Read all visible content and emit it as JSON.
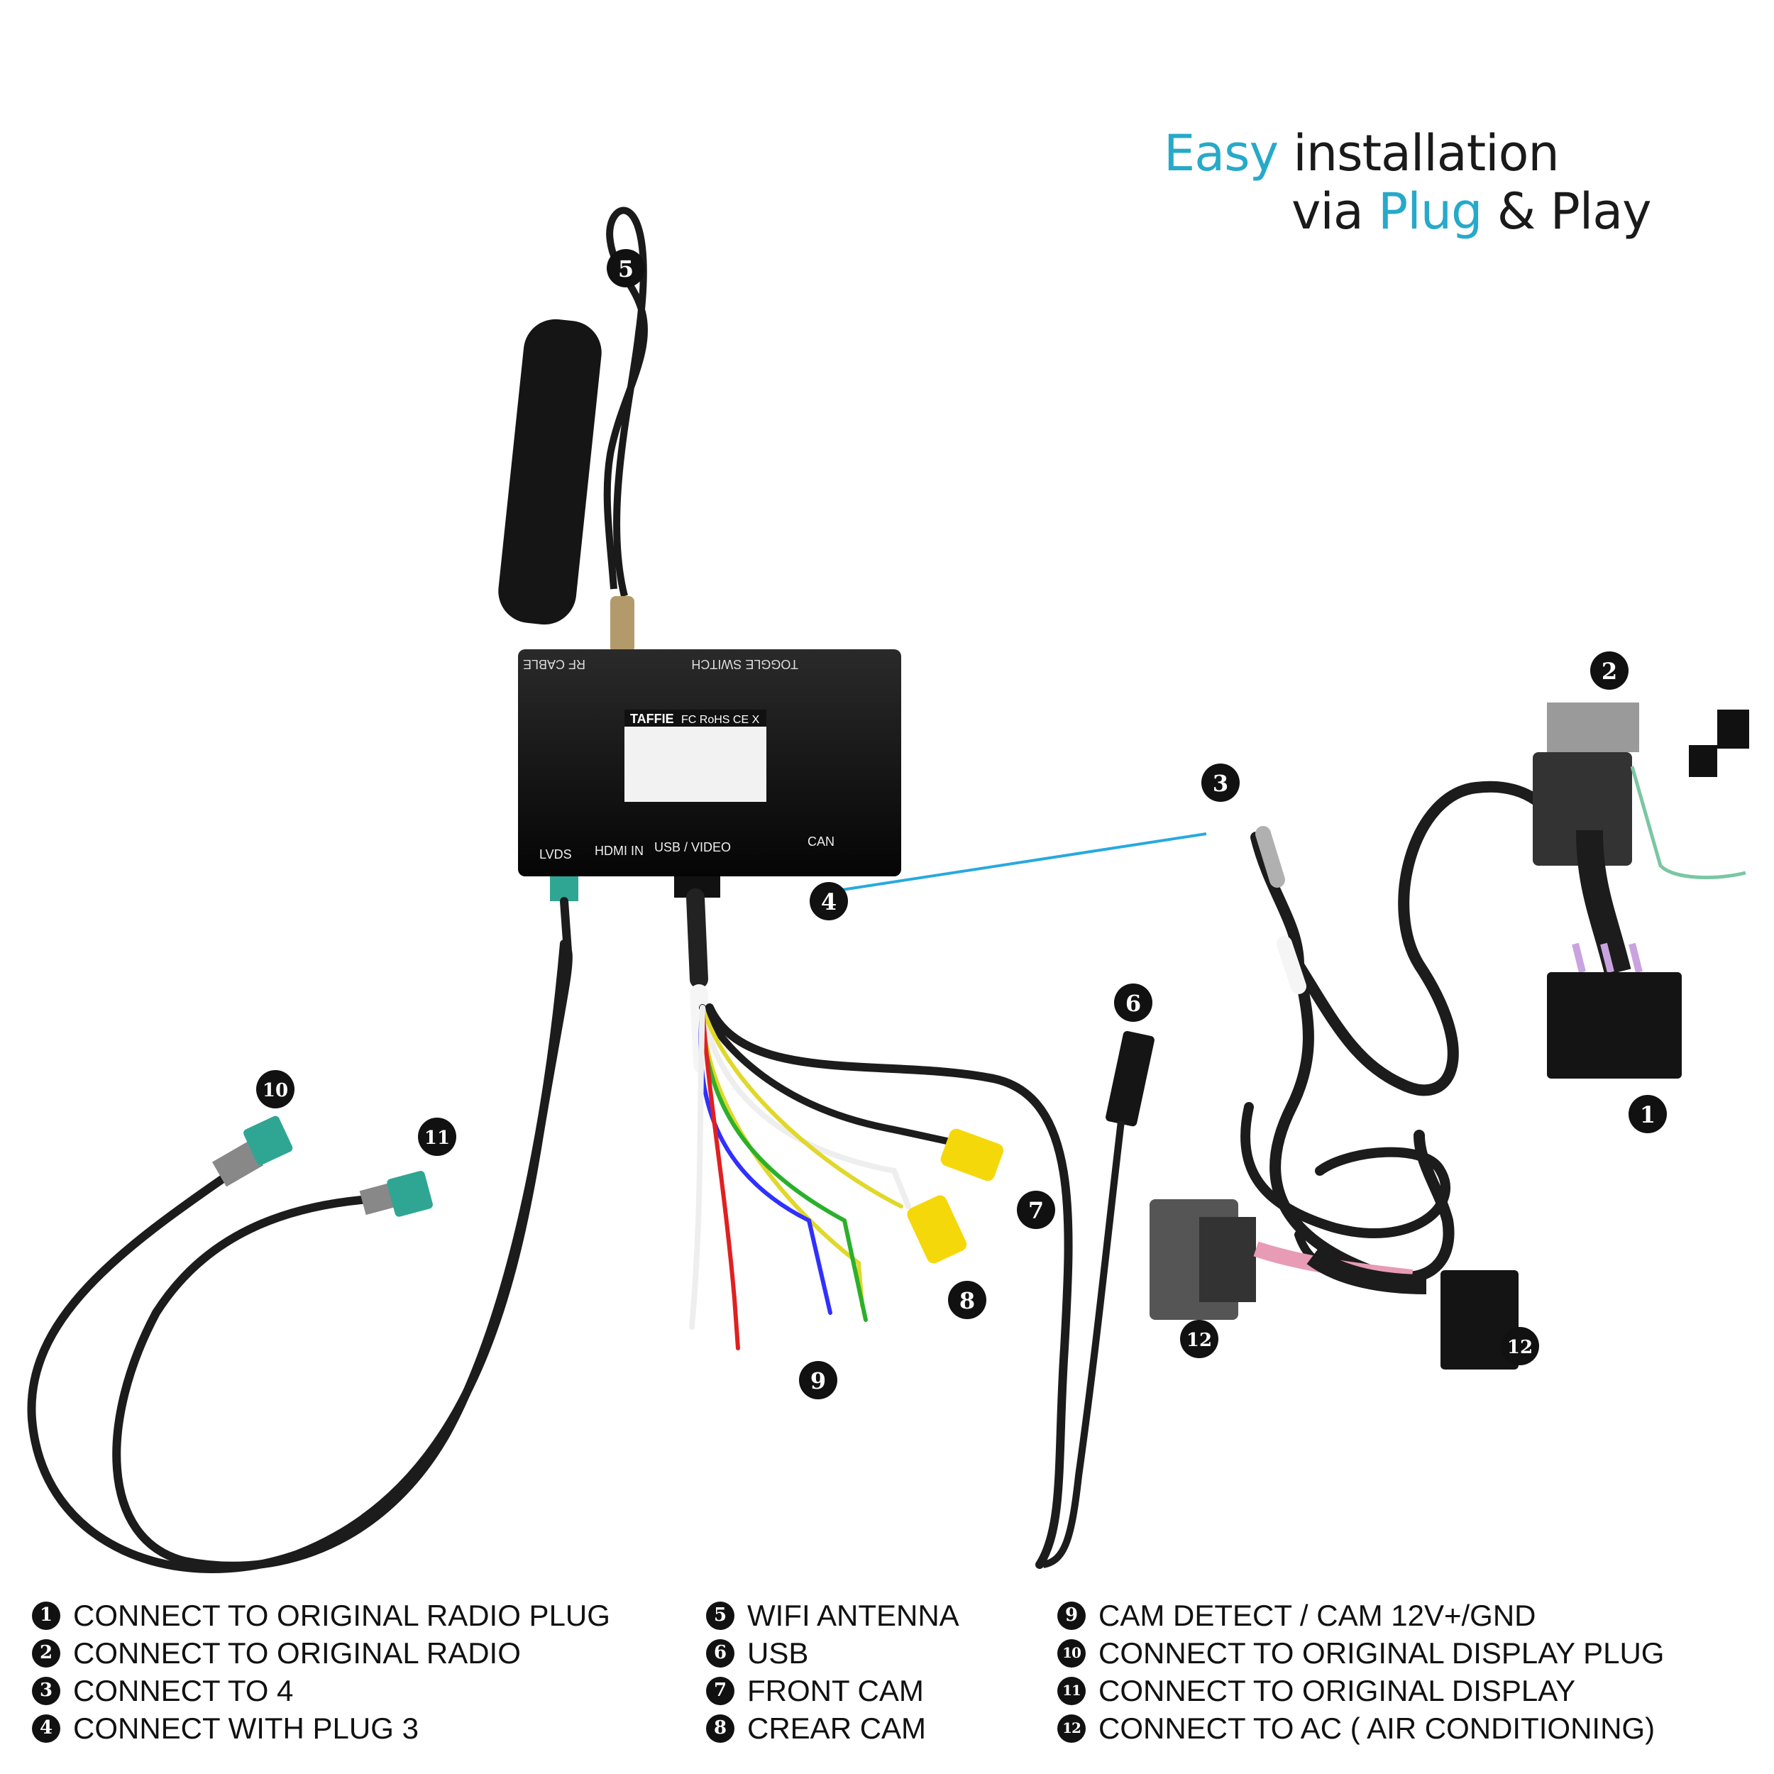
{
  "title": {
    "word1": "Easy",
    "word2": " installation",
    "word3": "via ",
    "word4": "Plug",
    "word5": " & Play",
    "accent_color": "#27a9c9"
  },
  "box": {
    "label_rf_cable": "RF CABLE",
    "label_toggle": "TOGGLE SWITCH",
    "label_lvds": "LVDS",
    "label_hdmi": "HDMI IN",
    "label_usb_video": "USB / VIDEO",
    "label_can": "CAN",
    "sticker_brand": "TAFFIE",
    "sticker_marks": "FC RoHS CE X"
  },
  "callouts": [
    "5",
    "2",
    "3",
    "4",
    "6",
    "1",
    "7",
    "8",
    "9",
    "10",
    "11",
    "12",
    "12"
  ],
  "legend": {
    "col1": [
      {
        "n": "1",
        "text": "CONNECT TO ORIGINAL RADIO PLUG"
      },
      {
        "n": "2",
        "text": "CONNECT TO ORIGINAL RADIO"
      },
      {
        "n": "3",
        "text": "CONNECT TO 4"
      },
      {
        "n": "4",
        "text": "CONNECT WITH PLUG 3"
      }
    ],
    "col2": [
      {
        "n": "5",
        "text": "WIFI ANTENNA"
      },
      {
        "n": "6",
        "text": "USB"
      },
      {
        "n": "7",
        "text": "FRONT CAM"
      },
      {
        "n": "8",
        "text": "CREAR CAM"
      }
    ],
    "col3": [
      {
        "n": "9",
        "text": "CAM DETECT / CAM 12V+/GND"
      },
      {
        "n": "10",
        "text": "CONNECT TO ORIGINAL DISPLAY PLUG"
      },
      {
        "n": "11",
        "text": "CONNECT TO ORIGINAL DISPLAY"
      },
      {
        "n": "12",
        "text": "CONNECT TO AC ( AIR CONDITIONING)"
      }
    ]
  }
}
